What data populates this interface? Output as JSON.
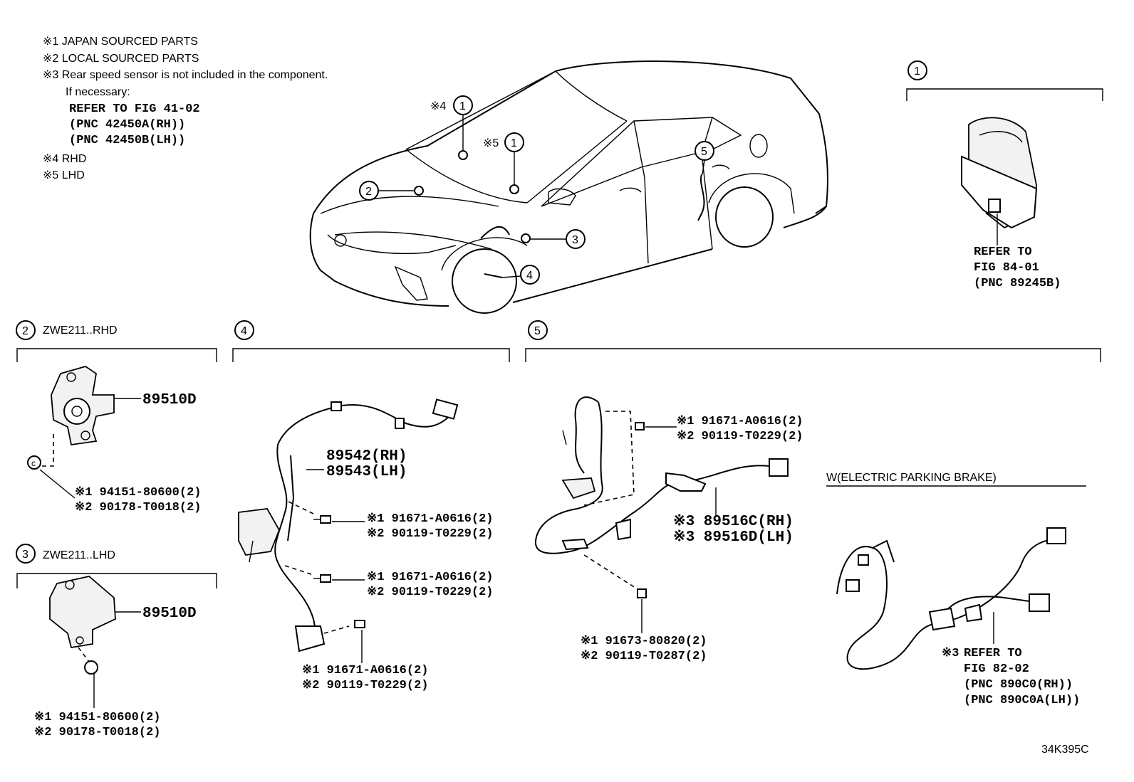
{
  "notes": {
    "n1": "※1 JAPAN SOURCED PARTS",
    "n2": "※2 LOCAL SOURCED PARTS",
    "n3": "※3 Rear speed sensor is not included in the component.",
    "n3_if": "If necessary:",
    "n3_ref": "REFER TO FIG 41-02",
    "n3_pnc_rh": "(PNC 42450A(RH))",
    "n3_pnc_lh": "(PNC 42450B(LH))",
    "n4": "※4 RHD",
    "n5": "※5 LHD"
  },
  "callouts": {
    "c1": "1",
    "c2": "2",
    "c3": "3",
    "c4": "4",
    "c5": "5",
    "x4": "※4",
    "x5": "※5",
    "x3": "※3"
  },
  "section1": {
    "ref_line1": "REFER TO",
    "ref_line2": "FIG 84-01",
    "ref_line3": "(PNC 89245B)"
  },
  "section2": {
    "title": "ZWE211..RHD",
    "part": "89510D",
    "sub1": "※1 94151-80600(2)",
    "sub2": "※2 90178-T0018(2)"
  },
  "section3": {
    "title": "ZWE211..LHD",
    "part": "89510D",
    "sub1": "※1 94151-80600(2)",
    "sub2": "※2 90178-T0018(2)"
  },
  "section4": {
    "part_rh": "89542(RH)",
    "part_lh": "89543(LH)",
    "bolt_a1": "※1 91671-A0616(2)",
    "bolt_a2": "※2 90119-T0229(2)",
    "bolt_b1": "※1 91671-A0616(2)",
    "bolt_b2": "※2 90119-T0229(2)",
    "bolt_c1": "※1 91671-A0616(2)",
    "bolt_c2": "※2 90119-T0229(2)"
  },
  "section5": {
    "bolt_a1": "※1 91671-A0616(2)",
    "bolt_a2": "※2 90119-T0229(2)",
    "part_rh": "※3 89516C(RH)",
    "part_lh": "※3 89516D(LH)",
    "bolt_b1": "※1 91673-80820(2)",
    "bolt_b2": "※2 90119-T0287(2)",
    "epb_title": "W(ELECTRIC PARKING BRAKE)",
    "epb_ref1": "REFER TO",
    "epb_ref2": "FIG 82-02",
    "epb_ref3": "(PNC 890C0(RH))",
    "epb_ref4": "(PNC 890C0A(LH))"
  },
  "figure_code": "34K395C"
}
